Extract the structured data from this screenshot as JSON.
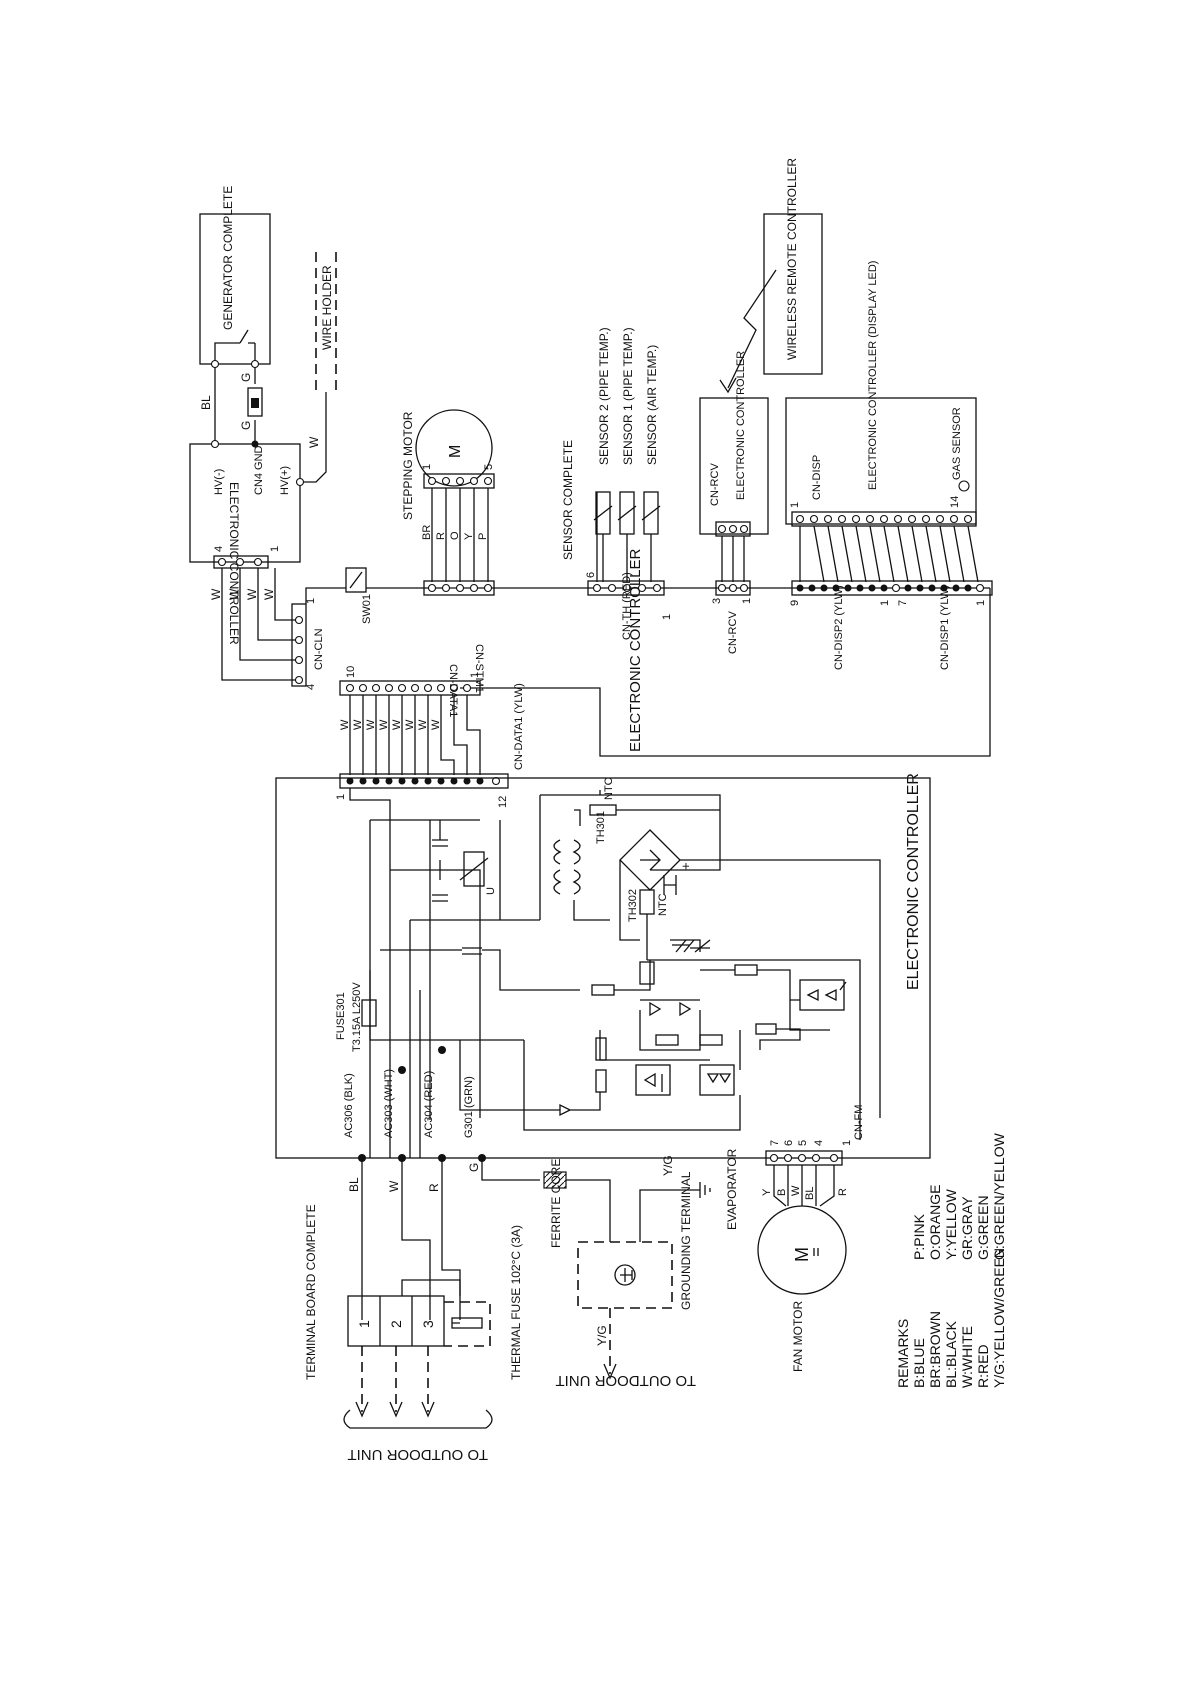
{
  "labels": {
    "generator_complete": "GENERATOR COMPLETE",
    "wire_holder": "WIRE HOLDER",
    "electronic_controller_top": "ELECTRONIC CONTROLLER",
    "hv_minus": "HV(-)",
    "cn4_gnd": "CN4 GND",
    "hv_plus": "HV(+)",
    "stepping_motor": "STEPPING MOTOR",
    "sensor_complete": "SENSOR COMPLETE",
    "sensor2": "SENSOR 2 (PIPE TEMP.)",
    "sensor1": "SENSOR 1 (PIPE TEMP.)",
    "sensor_air": "SENSOR (AIR TEMP.)",
    "wireless_remote": "WIRELESS REMOTE CONTROLLER",
    "cn_rcv": "CN-RCV",
    "electronic_controller_rcv": "ELECTRONIC CONTROLLER",
    "cn_disp": "CN-DISP",
    "electronic_controller_disp": "ELECTRONIC CONTROLLER (DISPLAY LED)",
    "gas_sensor": "GAS SENSOR",
    "cn_cln": "CN-CLN",
    "sw01": "SW01",
    "cn_stm1": "CN-STM1",
    "cn_th": "CN-TH (RED)",
    "cn_rcv_lower": "CN-RCV",
    "cn_disp2": "CN-DISP2 (YLW)",
    "cn_disp1": "CN-DISP1 (YLW)",
    "cn_data1": "CN-DATA1",
    "cn_data1_ylw": "CN-DATA1 (YLW)",
    "electronic_controller_mid": "ELECTRONIC CONTROLLER",
    "electronic_controller_main": "ELECTRONIC CONTROLLER",
    "ntc_top": "NTC",
    "th301": "TH301",
    "th302": "TH302",
    "ntc_bottom": "NTC",
    "fuse301": "FUSE301",
    "fuse_rating": "T3.15A L250V",
    "ac306": "AC306 (BLK)",
    "ac303": "AC303 (WHT)",
    "ac304": "AC304 (RED)",
    "g301": "G301 (GRN)",
    "cn_fm": "CN-FM",
    "ferrite_core": "FERRITE CORE",
    "grounding_terminal": "GROUNDING TERMINAL",
    "evaporator": "EVAPORATOR",
    "fan_motor": "FAN MOTOR",
    "terminal_board": "TERMINAL BOARD COMPLETE",
    "thermal_fuse": "THERMAL FUSE 102°C (3A)",
    "to_outdoor_1": "TO OUTDOOR UNIT",
    "to_outdoor_2": "TO OUTDOOR UNIT",
    "yg": "Y/G",
    "yg2": "Y/G",
    "motor_m": "M",
    "remarks_title": "REMARKS"
  },
  "wire_codes": {
    "bl": "BL",
    "g": "G",
    "w": "W",
    "br": "BR",
    "r": "R",
    "o": "O",
    "y": "Y",
    "p": "P",
    "b": "B",
    "u": "U",
    "plus": "+"
  },
  "pin_numbers": {
    "one": "1",
    "two": "2",
    "three": "3",
    "four": "4",
    "five": "5",
    "six": "6",
    "seven": "7",
    "nine": "9",
    "ten": "10",
    "twelve": "12",
    "fourteen": "14"
  },
  "terminal_numbers": [
    "1",
    "2",
    "3"
  ],
  "remarks": [
    [
      "B:BLUE",
      "P:PINK"
    ],
    [
      "BR:BROWN",
      "O:ORANGE"
    ],
    [
      "BL:BLACK",
      "Y:YELLOW"
    ],
    [
      "W:WHITE",
      "GR:GRAY"
    ],
    [
      "R:RED",
      "G:GREEN"
    ],
    [
      "Y/G:YELLOW/GREEN",
      "G:GREEN/YELLOW"
    ]
  ]
}
